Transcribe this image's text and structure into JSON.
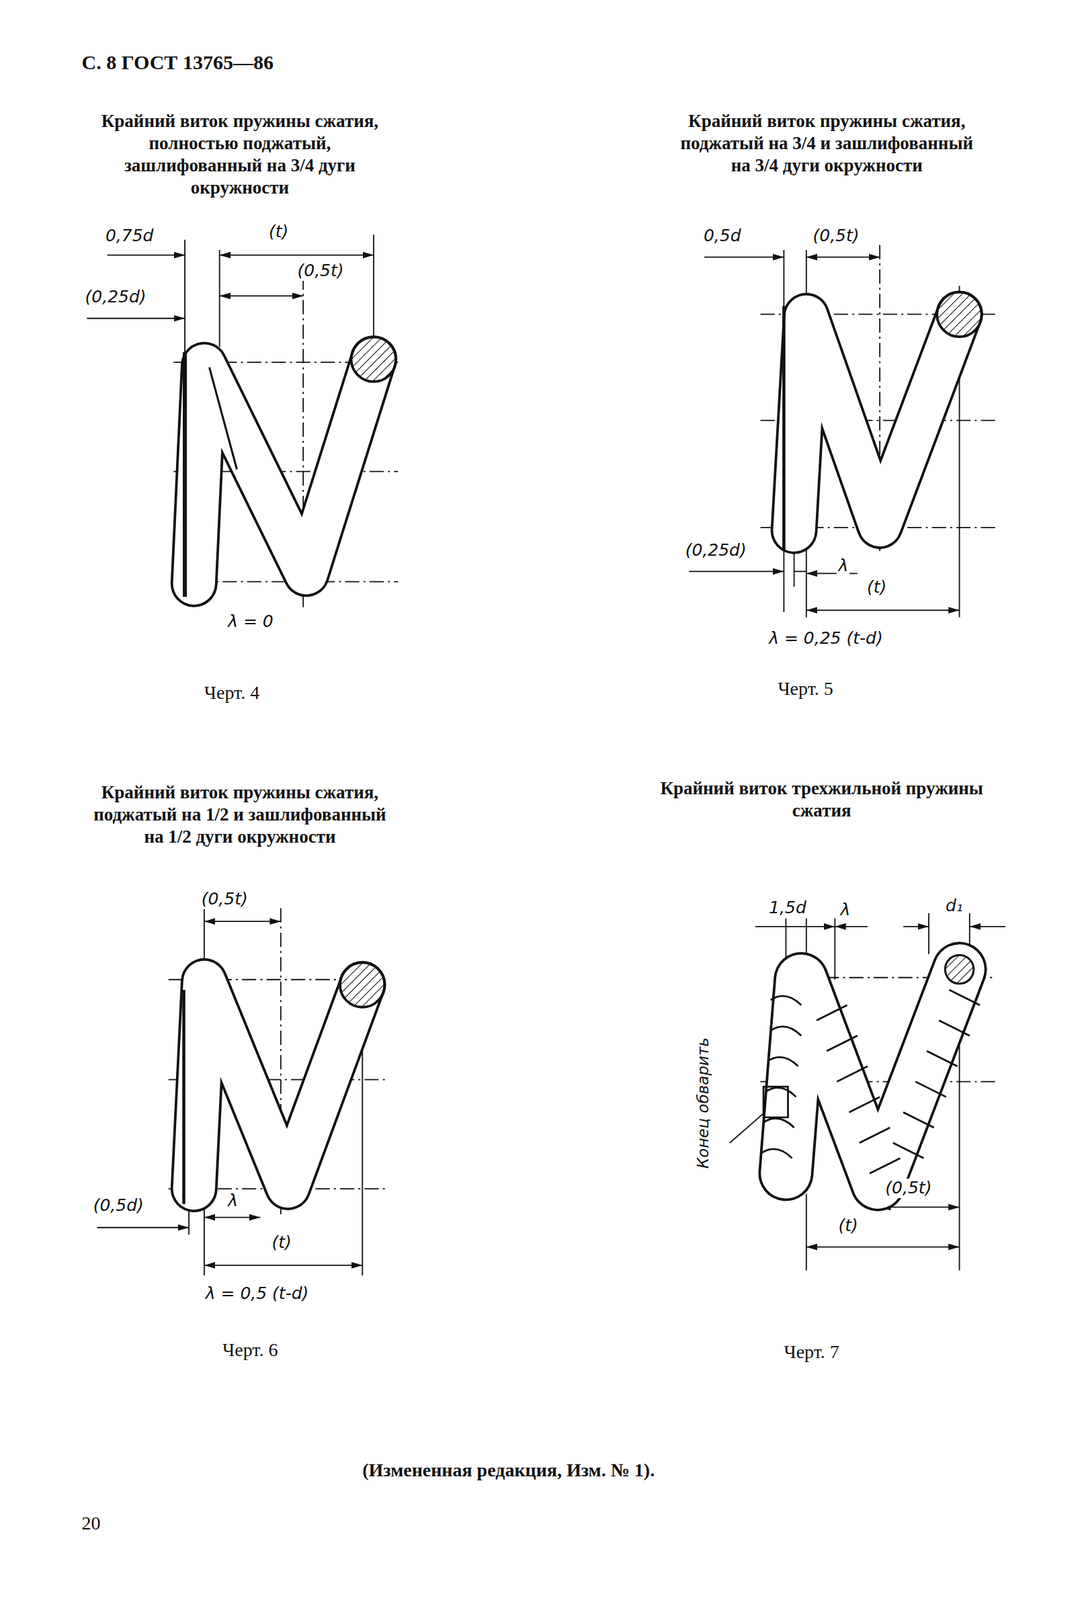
{
  "diagram": {
    "labels": [
      "С. 8 ГОСТ 13765—86",
      "Крайний виток пружины сжатия, полностью поджатый, зашлифованный на 3/4 дуги окружности",
      "0,75d",
      "(t)",
      "(0,5t)",
      "(0,25d)",
      "λ = 0",
      "Черт. 4",
      "Крайний виток пружины сжатия, поджатый на 3/4 и зашлифованный на 3/4 дуги окружности",
      "0,5d",
      "(0,5t)",
      "(0,25d)",
      "λ",
      "(t)",
      "λ = 0,25 (t-d)",
      "Черт. 5",
      "Крайний виток пружины сжатия, поджатый на 1/2 и зашлифованный на 1/2 дуги окружности",
      "(0,5t)",
      "(0,5d)",
      "λ",
      "(t)",
      "λ = 0,5 (t-d)",
      "Черт. 6",
      "Крайний виток трехжильной пружины сжатия",
      "1,5d",
      "λ",
      "d₁",
      "Конец обварить",
      "(0,5t)",
      "(t)",
      "Черт. 7",
      "(Измененная редакция, Изм. № 1).",
      "20"
    ]
  }
}
